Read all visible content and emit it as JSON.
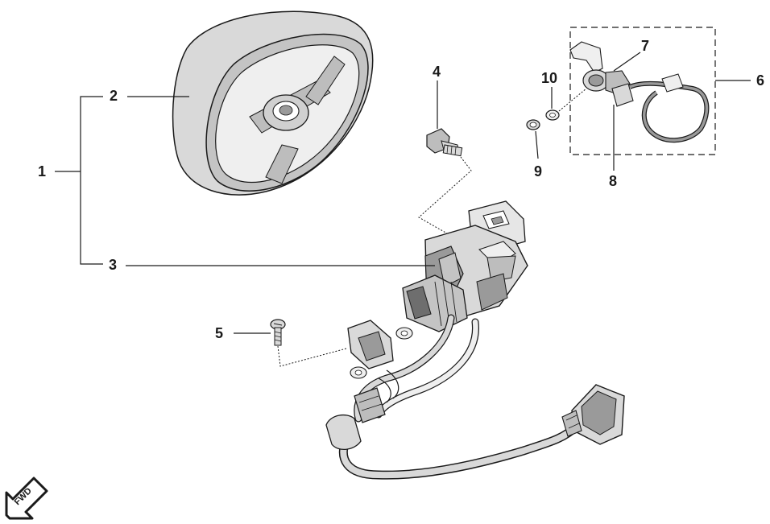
{
  "callouts": {
    "c1": "1",
    "c2": "2",
    "c3": "3",
    "c4": "4",
    "c5": "5",
    "c6": "6",
    "c7": "7",
    "c8": "8",
    "c9": "9",
    "c10": "10"
  },
  "fwd_label": "FWD",
  "colors": {
    "line": "#1a1a1a",
    "part_fill": "#d9d9d9",
    "part_dark": "#9a9a9a",
    "part_light": "#efefef"
  }
}
